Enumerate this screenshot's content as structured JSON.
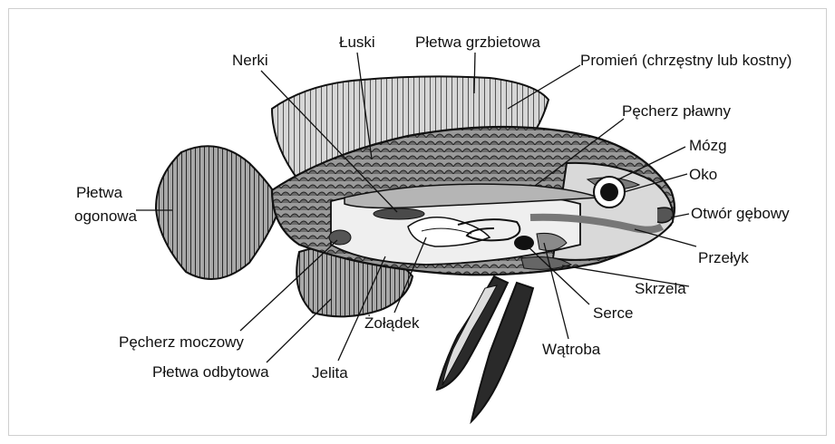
{
  "labels": {
    "nerki": "Nerki",
    "luski": "Łuski",
    "pletwa_grzbietowa": "Płetwa grzbietowa",
    "promien": "Promień (chrzęstny lub kostny)",
    "pecherz_plawny": "Pęcherz pławny",
    "mozg": "Mózg",
    "oko": "Oko",
    "otwor_gebowy": "Otwór gębowy",
    "przelyk": "Przełyk",
    "skrzela": "Skrzela",
    "serce": "Serce",
    "watroba": "Wątroba",
    "zoladek": "Żołądek",
    "jelita": "Jelita",
    "pletwa_odbytowa": "Płetwa odbytowa",
    "pecherz_moczowy": "Pęcherz moczowy",
    "pletwa_ogonowa_1": "Płetwa",
    "pletwa_ogonowa_2": "ogonowa"
  }
}
